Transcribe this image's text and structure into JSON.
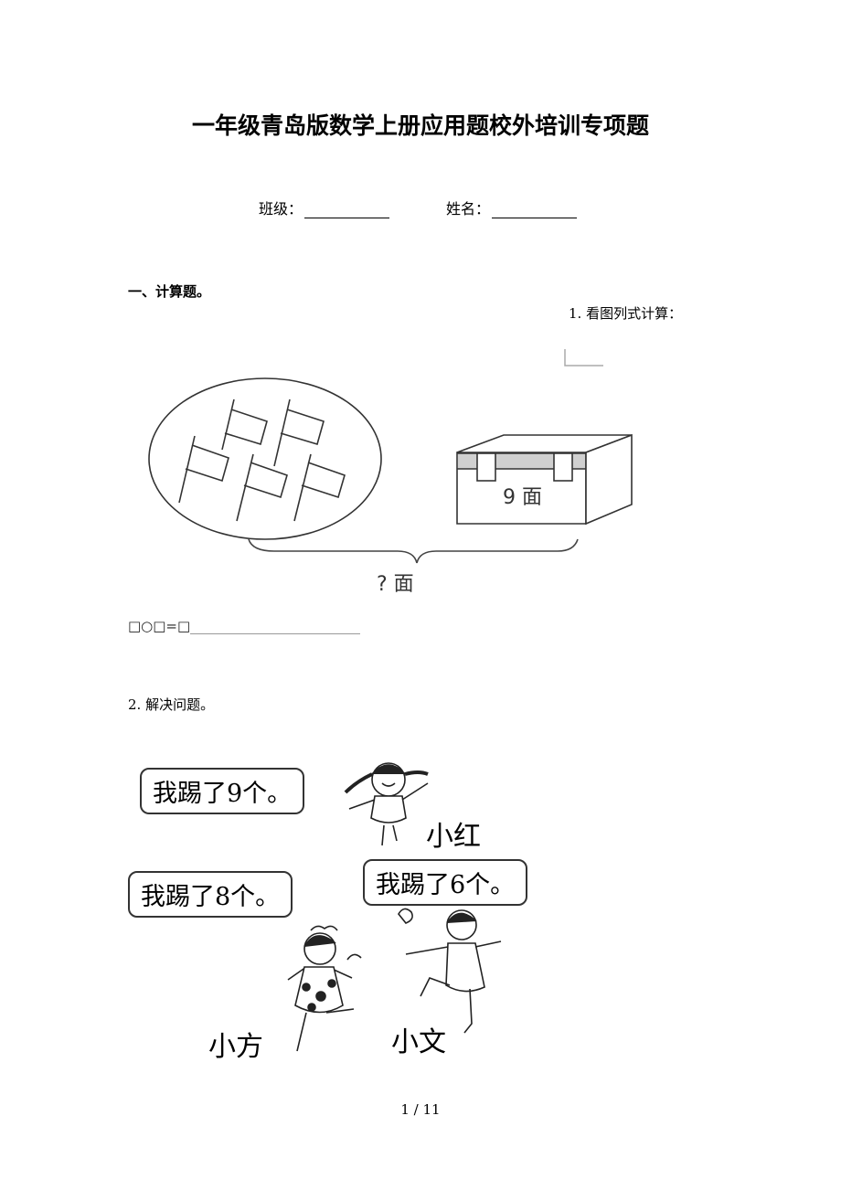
{
  "document": {
    "title": "一年级青岛版数学上册应用题校外培训专项题",
    "class_label": "班级：",
    "name_label": "姓名：",
    "section_heading": "一、计算题。",
    "footer_page": "1 / 11"
  },
  "question1": {
    "label": "1. 看图列式计算：",
    "figure": {
      "flags_in_circle": 5,
      "box_label": "9 面",
      "total_label": "? 面"
    },
    "equation_template": "□○□=□"
  },
  "question2": {
    "label": "2. 解决问题。",
    "characters": [
      {
        "name": "小红",
        "speech": "我踢了9个。"
      },
      {
        "name": "小方",
        "speech": "我踢了8个。"
      },
      {
        "name": "小文",
        "speech": "我踢了6个。"
      }
    ]
  }
}
